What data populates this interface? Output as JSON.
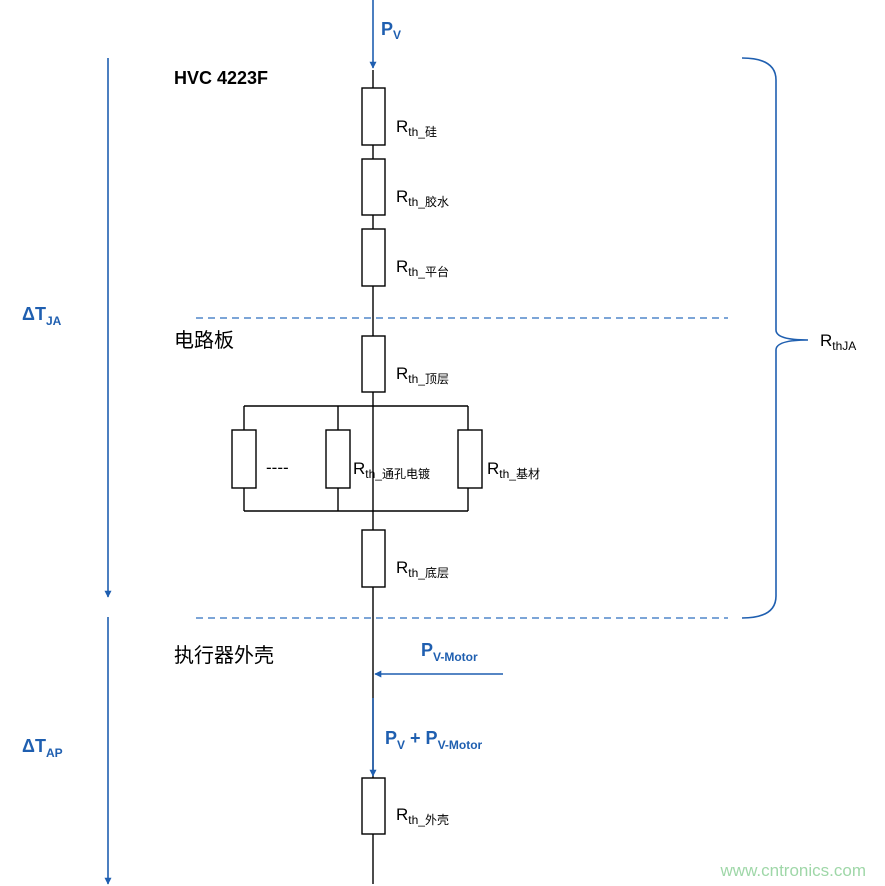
{
  "diagram": {
    "title": "HVC 4223F",
    "input_power": {
      "main": "P",
      "sub": "V"
    },
    "motor_power": {
      "main": "P",
      "sub": "V-Motor"
    },
    "sum_power": {
      "a_main": "P",
      "a_sub": "V",
      "plus": " + ",
      "b_main": "P",
      "b_sub": "V-Motor"
    },
    "delta_ja": {
      "main": "ΔT",
      "sub": "JA"
    },
    "delta_ap": {
      "main": "ΔT",
      "sub": "AP"
    },
    "brace_label": {
      "main": "R",
      "sub": "thJA"
    },
    "section_pcb": "电路板",
    "section_housing": "执行器外壳",
    "ellipsis": "----",
    "resistors": {
      "si": {
        "main": "R",
        "sub": "th_硅"
      },
      "glue": {
        "main": "R",
        "sub": "th_胶水"
      },
      "platform": {
        "main": "R",
        "sub": "th_平台"
      },
      "top": {
        "main": "R",
        "sub": "th_顶层"
      },
      "via": {
        "main": "R",
        "sub": "th_通孔电镀"
      },
      "substrate": {
        "main": "R",
        "sub": "th_基材"
      },
      "bottom": {
        "main": "R",
        "sub": "th_底层"
      },
      "housing": {
        "main": "R",
        "sub": "th_外壳"
      }
    },
    "watermark": "www.cntronics.com"
  }
}
